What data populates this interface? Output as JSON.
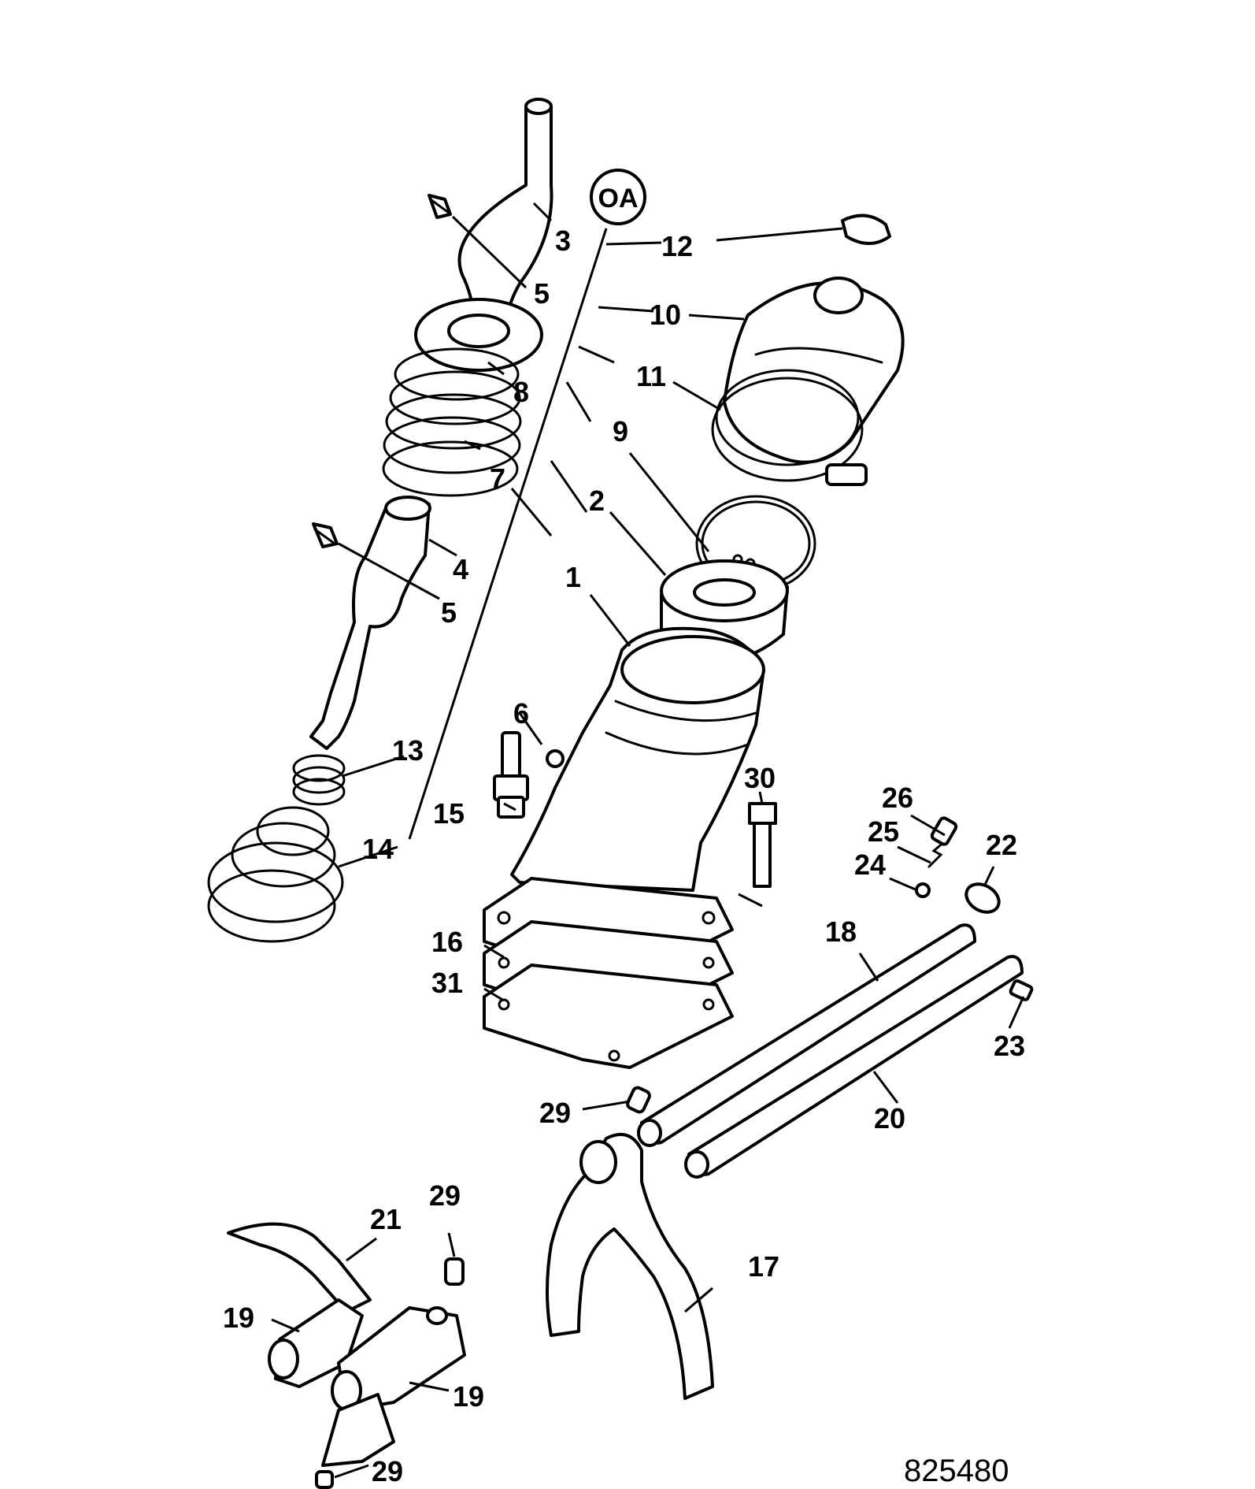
{
  "badge": {
    "text": "OA"
  },
  "reference_number": "825480",
  "callouts": {
    "c1": "1",
    "c2": "2",
    "c3": "3",
    "c4": "4",
    "c5a": "5",
    "c5b": "5",
    "c6": "6",
    "c7": "7",
    "c8": "8",
    "c9": "9",
    "c10": "10",
    "c11": "11",
    "c12": "12",
    "c13": "13",
    "c14": "14",
    "c15": "15",
    "c16": "16",
    "c17": "17",
    "c18": "18",
    "c19a": "19",
    "c19b": "19",
    "c20": "20",
    "c21": "21",
    "c22": "22",
    "c23": "23",
    "c24": "24",
    "c25": "25",
    "c26": "26",
    "c29a": "29",
    "c29b": "29",
    "c29c": "29",
    "c30": "30",
    "c31": "31"
  }
}
